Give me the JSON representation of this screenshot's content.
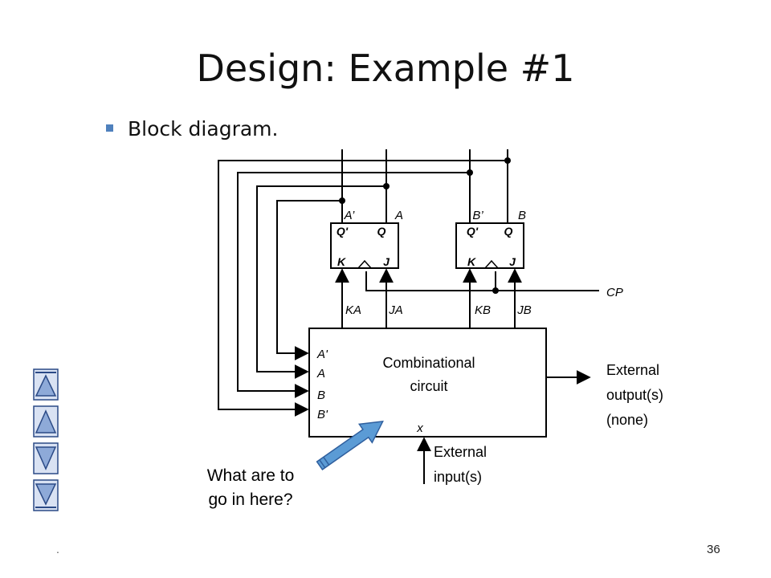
{
  "slide": {
    "title": "Design: Example #1",
    "bullet": "Block diagram.",
    "footer_mark": ".",
    "page_number": "36",
    "question": [
      "What are to",
      "go in here?"
    ]
  },
  "diagram": {
    "ff_a": {
      "top_labels": [
        "A’",
        "A"
      ],
      "outputs": [
        "Q'",
        "Q"
      ],
      "inputs": [
        "K",
        "J"
      ]
    },
    "ff_b": {
      "top_labels": [
        "B’",
        "B"
      ],
      "outputs": [
        "Q'",
        "Q"
      ],
      "inputs": [
        "K",
        "J"
      ]
    },
    "clock": "CP",
    "input_labels": [
      "KA",
      "JA",
      "KB",
      "JB"
    ],
    "comb_inputs": [
      "A'",
      "A",
      "B",
      "B'"
    ],
    "comb_title": [
      "Combinational",
      "circuit"
    ],
    "ext_input_var": "x",
    "ext_output": [
      "External",
      "output(s)",
      "(none)"
    ],
    "ext_input": [
      "External",
      "input(s)"
    ]
  },
  "colors": {
    "accent": "#4f81bd",
    "arrow": "#5b9bd5",
    "nav_fill": "#8eaad8",
    "nav_border": "#2b4a86"
  },
  "nav_buttons": [
    "nav-first-icon",
    "nav-prev-icon",
    "nav-next-icon",
    "nav-last-icon"
  ]
}
